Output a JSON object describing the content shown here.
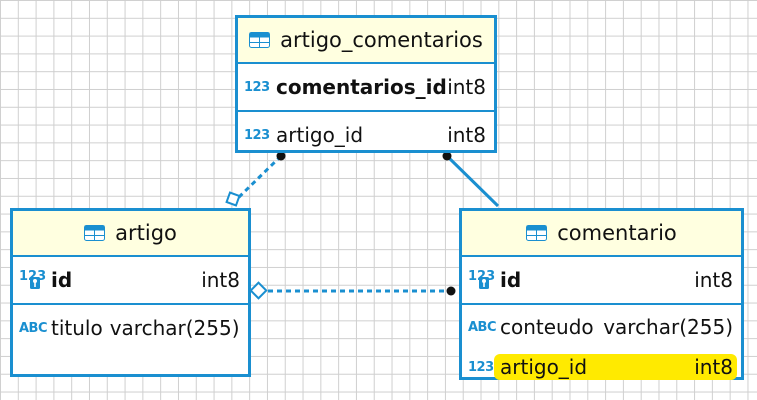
{
  "tables": {
    "artigo_comentarios": {
      "title": "artigo_comentarios",
      "pk": [
        {
          "name": "comentarios_id",
          "type": "int8",
          "icon": "numeric-type-icon"
        }
      ],
      "columns": [
        {
          "name": "artigo_id",
          "type": "int8",
          "icon": "numeric-type-icon"
        }
      ]
    },
    "artigo": {
      "title": "artigo",
      "pk": [
        {
          "name": "id",
          "type": "int8",
          "icon": "primary-key-icon"
        }
      ],
      "columns": [
        {
          "name": "titulo",
          "type": "varchar(255)",
          "icon": "text-type-icon"
        }
      ]
    },
    "comentario": {
      "title": "comentario",
      "pk": [
        {
          "name": "id",
          "type": "int8",
          "icon": "primary-key-icon"
        }
      ],
      "columns": [
        {
          "name": "conteudo",
          "type": "varchar(255)",
          "icon": "text-type-icon"
        },
        {
          "name": "artigo_id",
          "type": "int8",
          "icon": "numeric-type-icon",
          "highlighted": true
        }
      ]
    }
  },
  "icons": {
    "numeric_label": "123",
    "text_label": "ABC"
  },
  "colors": {
    "border": "#1a8fd0",
    "header_bg": "#ffffe0",
    "highlight": "#ffea00",
    "grid": "#cfcfcf"
  }
}
